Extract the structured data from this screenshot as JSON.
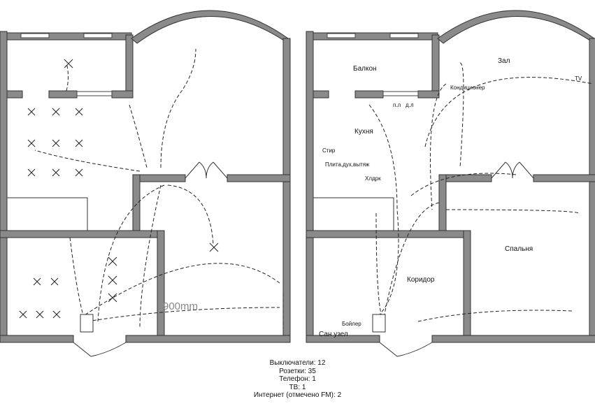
{
  "left_plan": {
    "dimension_label": "900mm"
  },
  "right_plan": {
    "rooms": {
      "balcony": "Балкон",
      "hall": "Зал",
      "kitchen": "Кухня",
      "bedroom": "Спальня",
      "corridor": "Коридор",
      "bathroom": "Сан узел"
    },
    "fixtures": {
      "ac": "Кондиционер",
      "washer": "Стир",
      "stove": "Плита,дух,вытяж",
      "fridge": "Хлдрк",
      "boiler": "Бойлер",
      "tv": "TV",
      "p1": "п.л",
      "p2": "д.л"
    }
  },
  "legend": [
    "Выключатели: 12",
    "Розетки: 35",
    "Телефон: 1",
    "ТВ: 1",
    "Интернет (отмечено FM): 2"
  ],
  "colors": {
    "wall": "#8a8a8a",
    "line": "#222222"
  }
}
